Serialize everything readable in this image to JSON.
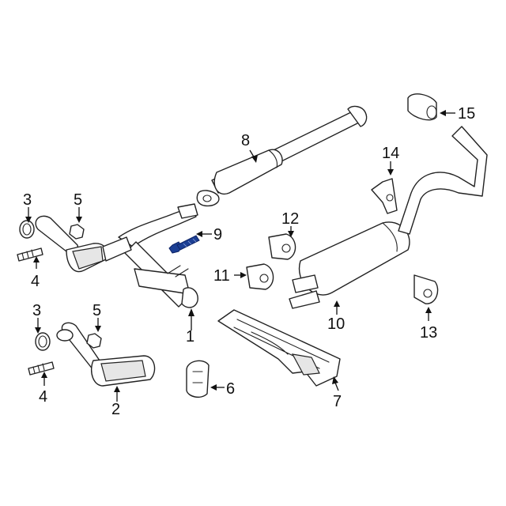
{
  "diagram": {
    "callouts": [
      {
        "id": "1",
        "label": "1"
      },
      {
        "id": "2",
        "label": "2"
      },
      {
        "id": "3a",
        "label": "3"
      },
      {
        "id": "3b",
        "label": "3"
      },
      {
        "id": "4a",
        "label": "4"
      },
      {
        "id": "4b",
        "label": "4"
      },
      {
        "id": "5a",
        "label": "5"
      },
      {
        "id": "5b",
        "label": "5"
      },
      {
        "id": "6",
        "label": "6"
      },
      {
        "id": "7",
        "label": "7"
      },
      {
        "id": "8",
        "label": "8"
      },
      {
        "id": "9",
        "label": "9"
      },
      {
        "id": "10",
        "label": "10"
      },
      {
        "id": "11",
        "label": "11"
      },
      {
        "id": "12",
        "label": "12"
      },
      {
        "id": "13",
        "label": "13"
      },
      {
        "id": "14",
        "label": "14"
      },
      {
        "id": "15",
        "label": "15"
      }
    ],
    "highlight_color": "#1c3f94",
    "line_color": "#222222"
  }
}
